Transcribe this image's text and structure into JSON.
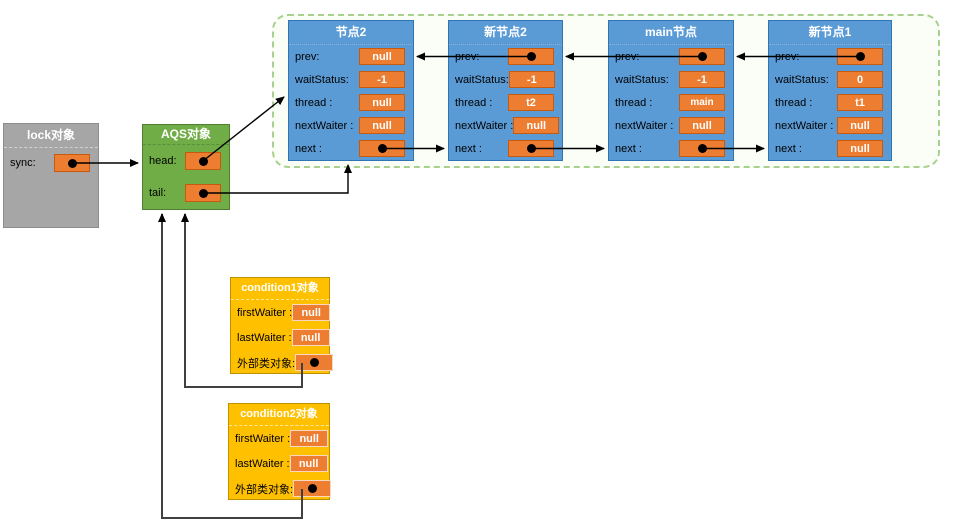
{
  "diagram": {
    "lock_box": {
      "title": "lock对象",
      "fields": [
        {
          "label": "sync:",
          "value": "●"
        }
      ]
    },
    "aqs_box": {
      "title": "AQS对象",
      "fields": [
        {
          "label": "head:",
          "value": "●"
        },
        {
          "label": "tail:",
          "value": "●"
        }
      ]
    },
    "queue": {
      "nodes": [
        {
          "title": "节点2",
          "fields": [
            {
              "label": "prev:",
              "value": "null"
            },
            {
              "label": "waitStatus:",
              "value": "-1"
            },
            {
              "label": "thread :",
              "value": "null"
            },
            {
              "label": "nextWaiter :",
              "value": "null"
            },
            {
              "label": "next :",
              "value": "●"
            }
          ]
        },
        {
          "title": "新节点2",
          "fields": [
            {
              "label": "prev:",
              "value": "●"
            },
            {
              "label": "waitStatus:",
              "value": "-1"
            },
            {
              "label": "thread :",
              "value": "t2"
            },
            {
              "label": "nextWaiter :",
              "value": "null"
            },
            {
              "label": "next :",
              "value": "●"
            }
          ]
        },
        {
          "title": "main节点",
          "fields": [
            {
              "label": "prev:",
              "value": "●"
            },
            {
              "label": "waitStatus:",
              "value": "-1"
            },
            {
              "label": "thread :",
              "value": "main"
            },
            {
              "label": "nextWaiter :",
              "value": "null"
            },
            {
              "label": "next :",
              "value": "●"
            }
          ]
        },
        {
          "title": "新节点1",
          "fields": [
            {
              "label": "prev:",
              "value": "●"
            },
            {
              "label": "waitStatus:",
              "value": "0"
            },
            {
              "label": "thread :",
              "value": "t1"
            },
            {
              "label": "nextWaiter :",
              "value": "null"
            },
            {
              "label": "next :",
              "value": "null"
            }
          ]
        }
      ]
    },
    "conditions": [
      {
        "title": "condition1对象",
        "fields": [
          {
            "label": "firstWaiter :",
            "value": "null"
          },
          {
            "label": "lastWaiter :",
            "value": "null"
          },
          {
            "label": "外部类对象:",
            "value": "●"
          }
        ]
      },
      {
        "title": "condition2对象",
        "fields": [
          {
            "label": "firstWaiter :",
            "value": "null"
          },
          {
            "label": "lastWaiter :",
            "value": "null"
          },
          {
            "label": "外部类对象:",
            "value": "●"
          }
        ]
      }
    ],
    "edges": [
      {
        "from": "lock对象.sync",
        "to": "AQS对象"
      },
      {
        "from": "AQS对象.head",
        "to": "节点2"
      },
      {
        "from": "AQS对象.tail",
        "to": "节点2"
      },
      {
        "from": "节点2.next",
        "to": "新节点2"
      },
      {
        "from": "新节点2.prev",
        "to": "节点2"
      },
      {
        "from": "新节点2.next",
        "to": "main节点"
      },
      {
        "from": "main节点.prev",
        "to": "新节点2"
      },
      {
        "from": "main节点.next",
        "to": "新节点1"
      },
      {
        "from": "新节点1.prev",
        "to": "main节点"
      },
      {
        "from": "condition1对象.外部类对象",
        "to": "AQS对象"
      },
      {
        "from": "condition2对象.外部类对象",
        "to": "AQS对象"
      }
    ],
    "colors": {
      "node_fill": "#5B9BD5",
      "value_fill": "#ED7D31",
      "aqs_fill": "#70AD47",
      "lock_fill": "#A6A6A6",
      "condition_fill": "#FFC000",
      "container_border": "#A9D18E"
    }
  }
}
